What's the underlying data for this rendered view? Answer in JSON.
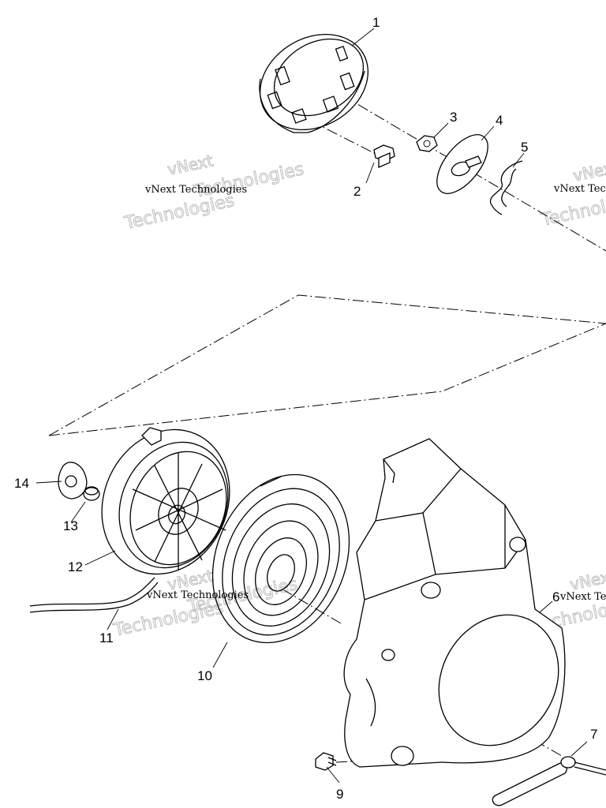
{
  "watermark": {
    "line1": "vNext Technologies",
    "line2": "vNext",
    "line3": "Technologies"
  },
  "callouts": [
    "1",
    "2",
    "3",
    "4",
    "5",
    "6",
    "7",
    "9",
    "10",
    "11",
    "12",
    "13",
    "14"
  ]
}
